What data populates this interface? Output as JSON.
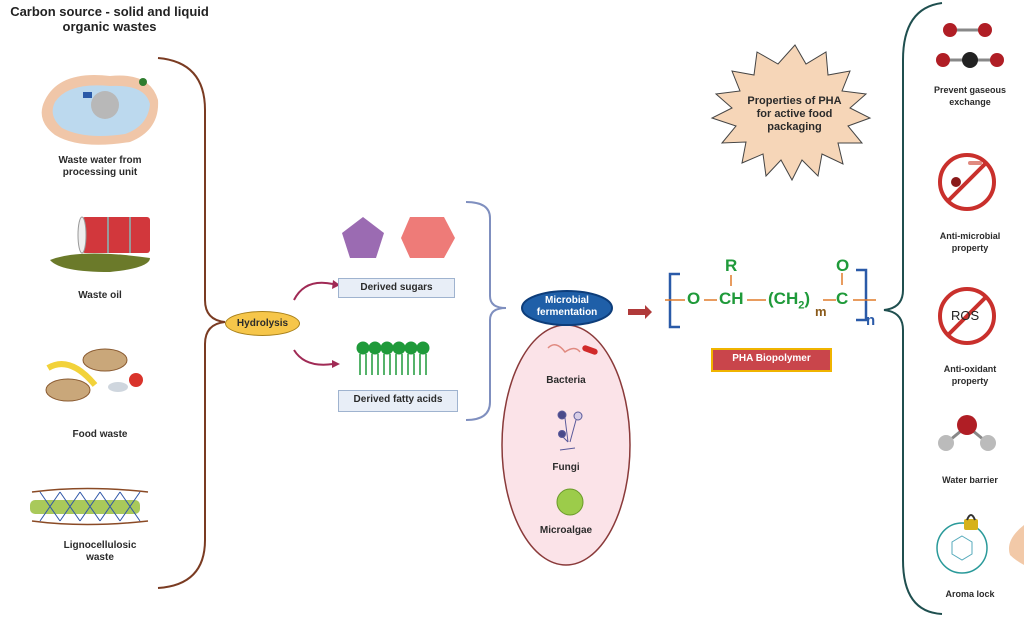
{
  "title": "Carbon source - solid and liquid organic wastes",
  "carbon_sources": [
    {
      "icon": "wastewater-icon",
      "label": "Waste water from processing unit"
    },
    {
      "icon": "oil-barrel-icon",
      "label": "Waste oil"
    },
    {
      "icon": "food-waste-icon",
      "label": "Food waste"
    },
    {
      "icon": "lignocellulose-icon",
      "label": "Lignocellulosic waste"
    }
  ],
  "process": {
    "hydrolysis": "Hydrolysis",
    "derived_sugars": "Derived sugars",
    "derived_fatty_acids": "Derived fatty acids",
    "microbial_fermentation": "Microbial fermentation",
    "microbes": [
      {
        "icon": "bacteria-icon",
        "label": "Bacteria"
      },
      {
        "icon": "fungi-icon",
        "label": "Fungi"
      },
      {
        "icon": "microalgae-icon",
        "label": "Microalgae"
      }
    ]
  },
  "polymer": {
    "formula": {
      "o1": "O",
      "ch": "CH",
      "r": "R",
      "ch2": "(CH",
      "sub2": "2",
      "close": ")",
      "m": "m",
      "c": "C",
      "o2": "O",
      "n": "n"
    },
    "label": "PHA Biopolymer"
  },
  "properties_heading": "Properties of PHA for active food packaging",
  "properties": [
    {
      "icon": "co2-molecule-icon",
      "label": "Prevent gaseous exchange"
    },
    {
      "icon": "no-microbes-icon",
      "label": "Anti-microbial property"
    },
    {
      "icon": "no-ros-icon",
      "label": "Anti-oxidant property",
      "icon_text": "ROS"
    },
    {
      "icon": "water-molecule-icon",
      "label": "Water barrier"
    },
    {
      "icon": "aroma-lock-icon",
      "label": "Aroma lock"
    }
  ],
  "colors": {
    "bracket_left": "#7a3b22",
    "bracket_mid": "#7f8fbf",
    "bracket_right": "#1f4f4f",
    "chem_green": "#1f9a3a",
    "bond_orange": "#e07b2a"
  }
}
